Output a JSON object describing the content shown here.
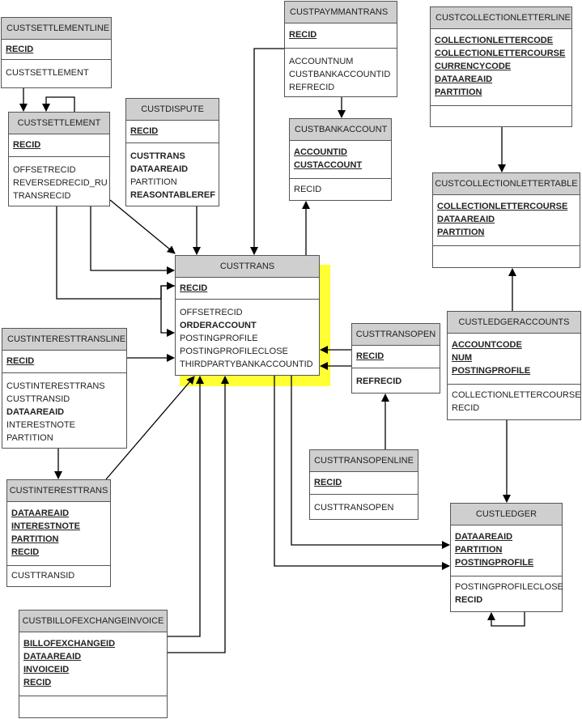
{
  "entities": {
    "custsettlementline": {
      "name": "CUSTSETTLEMENTLINE",
      "keys": [
        "RECID"
      ],
      "fields": [
        "CUSTSETTLEMENT"
      ]
    },
    "custsettlement": {
      "name": "CUSTSETTLEMENT",
      "keys": [
        "RECID"
      ],
      "fields": [
        "OFFSETRECID",
        "REVERSEDRECID_RU",
        "TRANSRECID"
      ]
    },
    "custdispute": {
      "name": "CUSTDISPUTE",
      "keys": [
        "RECID"
      ],
      "fields_bold": [
        "CUSTTRANS",
        "DATAAREAID"
      ],
      "fields": [
        "PARTITION"
      ],
      "fields_bold2": [
        "REASONTABLEREF"
      ]
    },
    "custpaymmantrans": {
      "name": "CUSTPAYMMANTRANS",
      "keys": [
        "RECID"
      ],
      "fields": [
        "ACCOUNTNUM",
        "CUSTBANKACCOUNTID",
        "REFRECID"
      ]
    },
    "custbankaccount": {
      "name": "CUSTBANKACCOUNT",
      "keys": [
        "ACCOUNTID",
        "CUSTACCOUNT"
      ],
      "fields": [
        "RECID"
      ]
    },
    "custcollectionletterline": {
      "name": "CUSTCOLLECTIONLETTERLINE",
      "keys": [
        "COLLECTIONLETTERCODE",
        "COLLECTIONLETTERCOURSE",
        "CURRENCYCODE",
        "DATAAREAID",
        "PARTITION"
      ]
    },
    "custcollectionlettertable": {
      "name": "CUSTCOLLECTIONLETTERTABLE",
      "keys": [
        "COLLECTIONLETTERCOURSE",
        "DATAAREAID",
        "PARTITION"
      ]
    },
    "custtrans": {
      "name": "CUSTTRANS",
      "keys": [
        "RECID"
      ],
      "fields_top": [
        "OFFSETRECID"
      ],
      "fields_bold": [
        "ORDERACCOUNT"
      ],
      "fields": [
        "POSTINGPROFILE",
        "POSTINGPROFILECLOSE",
        "THIRDPARTYBANKACCOUNTID"
      ]
    },
    "custinteresttransline": {
      "name": "CUSTINTERESTTRANSLINE",
      "keys": [
        "RECID"
      ],
      "fields_top": [
        "CUSTINTERESTTRANS",
        "CUSTTRANSID"
      ],
      "fields_bold": [
        "DATAAREAID"
      ],
      "fields": [
        "INTERESTNOTE",
        "PARTITION"
      ]
    },
    "custtransopen": {
      "name": "CUSTTRANSOPEN",
      "keys": [
        "RECID"
      ],
      "fields_bold": [
        "REFRECID"
      ]
    },
    "custledgeraccounts": {
      "name": "CUSTLEDGERACCOUNTS",
      "keys": [
        "ACCOUNTCODE",
        "NUM",
        "POSTINGPROFILE"
      ],
      "fields": [
        "COLLECTIONLETTERCOURSE",
        "RECID"
      ]
    },
    "custinteresttrans": {
      "name": "CUSTINTERESTTRANS",
      "keys": [
        "DATAAREAID",
        "INTERESTNOTE",
        "PARTITION",
        "RECID"
      ],
      "fields": [
        "CUSTTRANSID"
      ]
    },
    "custtransopenline": {
      "name": "CUSTTRANSOPENLINE",
      "keys": [
        "RECID"
      ],
      "fields": [
        "CUSTTRANSOPEN"
      ]
    },
    "custledger": {
      "name": "CUSTLEDGER",
      "keys": [
        "DATAAREAID",
        "PARTITION",
        "POSTINGPROFILE"
      ],
      "fields": [
        "POSTINGPROFILECLOSE"
      ],
      "fields_bold": [
        "RECID"
      ]
    },
    "custbillofexchangeinvoice": {
      "name": "CUSTBILLOFEXCHANGEINVOICE",
      "keys": [
        "BILLOFEXCHANGEID",
        "DATAAREAID",
        "INVOICEID",
        "RECID"
      ]
    }
  },
  "colors": {
    "highlight": "#ffff33",
    "header": "#cfcfcf",
    "border": "#555555",
    "line": "#000000"
  }
}
